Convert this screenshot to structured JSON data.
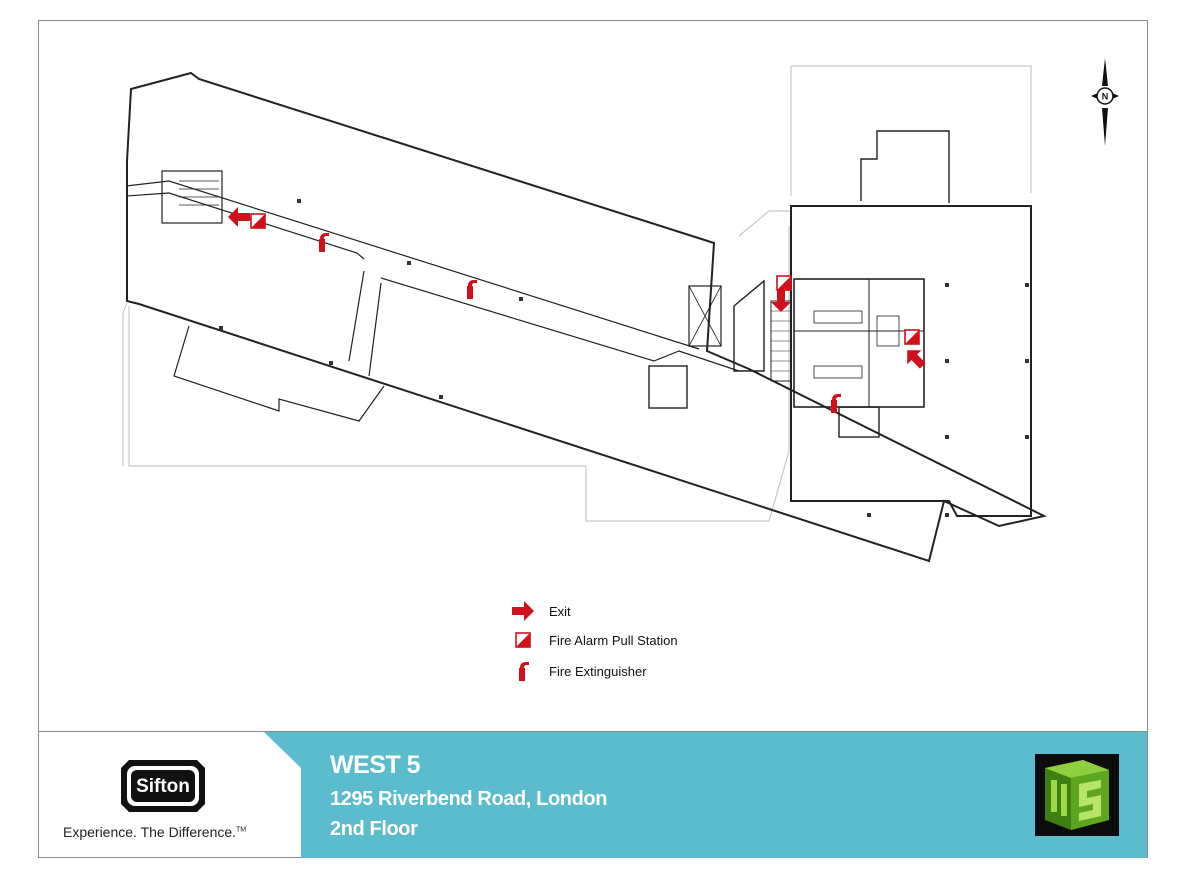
{
  "legend": {
    "exit_label": "Exit",
    "pull_station_label": "Fire Alarm Pull Station",
    "extinguisher_label": "Fire Extinguisher"
  },
  "footer": {
    "logo_text": "Sifton",
    "tagline": "Experience. The Difference.",
    "trademark": "TM",
    "building_name": "WEST 5",
    "address": "1295 Riverbend Road, London",
    "floor": "2nd Floor"
  },
  "compass": {
    "letter": "N"
  },
  "colors": {
    "accent_band": "#5bbccd",
    "safety_red": "#d0101a",
    "logo_green": "#6ab023"
  },
  "icons": {
    "exit": "exit-arrow-icon",
    "pull_station": "fire-alarm-pull-station-icon",
    "extinguisher": "fire-extinguisher-icon",
    "compass": "north-compass-icon"
  }
}
